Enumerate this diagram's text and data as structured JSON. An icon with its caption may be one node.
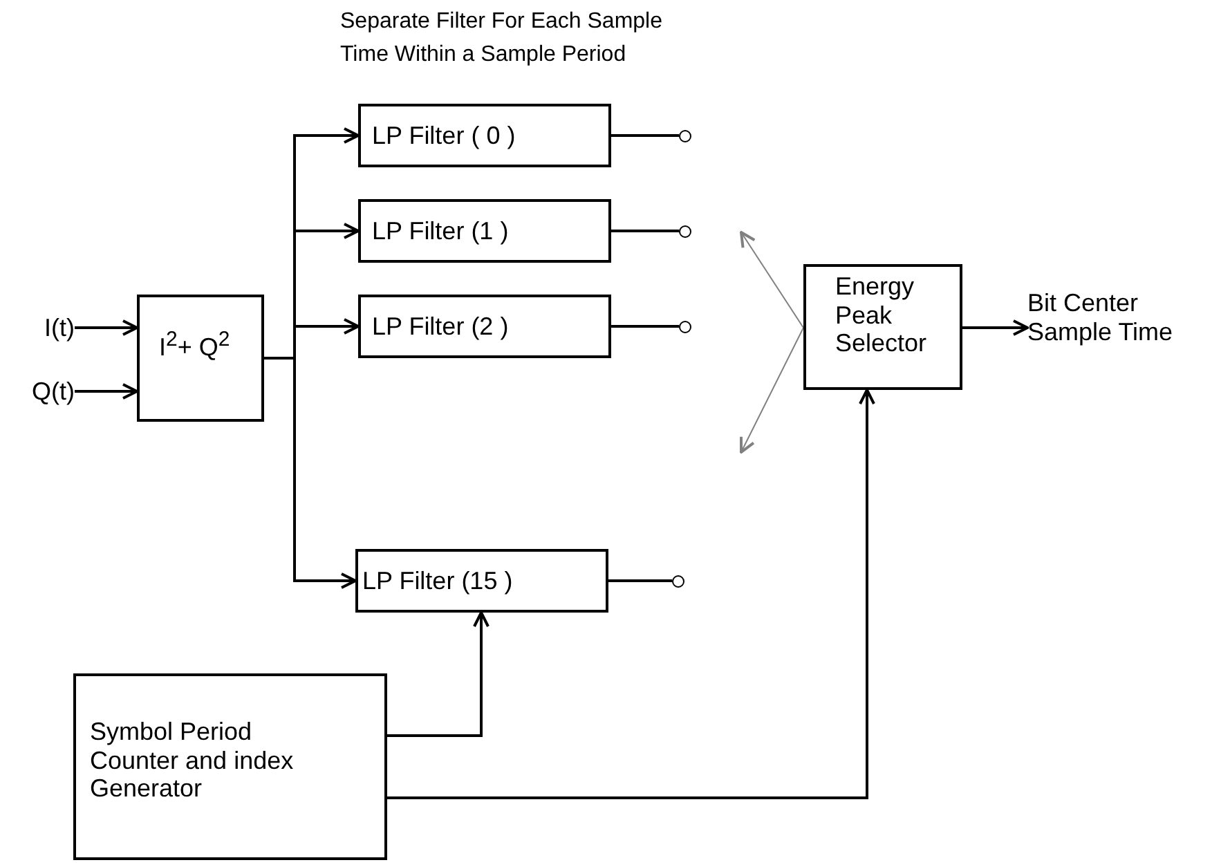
{
  "diagram": {
    "nodes": [
      {
        "text": [
          "I(t)"
        ]
      },
      {
        "text": [
          "Q(t)"
        ]
      },
      {
        "text": [
          "I$^{2}$+ Q$^{2}$"
        ]
      },
      {
        "text": [
          "LP Filter ( 0 )"
        ]
      },
      {
        "text": [
          "LP Filter (1 )"
        ]
      },
      {
        "text": [
          "LP Filter (2 )"
        ]
      },
      {
        "text": [
          "LP Filter (15 )"
        ]
      },
      {
        "text": [
          "Energy Peak Selector"
        ]
      },
      {
        "text": [
          "Bit Center Sample Time"
        ]
      },
      {
        "text": [
          "Symbol Period Counter and index Generator"
        ]
      },
      {
        "text": [],
        "shape": "circle"
      },
      {
        "text": [],
        "shape": "circle"
      },
      {
        "text": [],
        "shape": "circle"
      },
      {
        "text": [],
        "shape": "circle"
      }
    ],
    "edges": [
      {
        "from": 0,
        "to": 2,
        "arrow": "to"
      },
      {
        "from": 1,
        "to": 2,
        "arrow": "to"
      },
      {
        "from": 2,
        "to": 3,
        "arrow": "to"
      },
      {
        "from": 2,
        "to": 4,
        "arrow": "to"
      },
      {
        "from": 2,
        "to": 5,
        "arrow": "to"
      },
      {
        "from": 2,
        "to": 6,
        "arrow": "to"
      },
      {
        "from": 3,
        "to": 10,
        "arrow": "none"
      },
      {
        "from": 4,
        "to": 11,
        "arrow": "none"
      },
      {
        "from": 5,
        "to": 12,
        "arrow": "none"
      },
      {
        "from": 6,
        "to": 13,
        "arrow": "none"
      },
      {
        "from": 7,
        "to": 8,
        "arrow": "to"
      },
      {
        "from": 7,
        "to": null,
        "arrow": "to",
        "color": "#808080"
      },
      {
        "from": 7,
        "to": null,
        "arrow": "to",
        "color": "#808080"
      },
      {
        "from": 9,
        "to": 6,
        "arrow": "to"
      },
      {
        "from": 9,
        "to": 7,
        "arrow": "to"
      }
    ],
    "labels": [
      "Separate Filter For Each Sample Time Within a Sample Period"
    ]
  }
}
